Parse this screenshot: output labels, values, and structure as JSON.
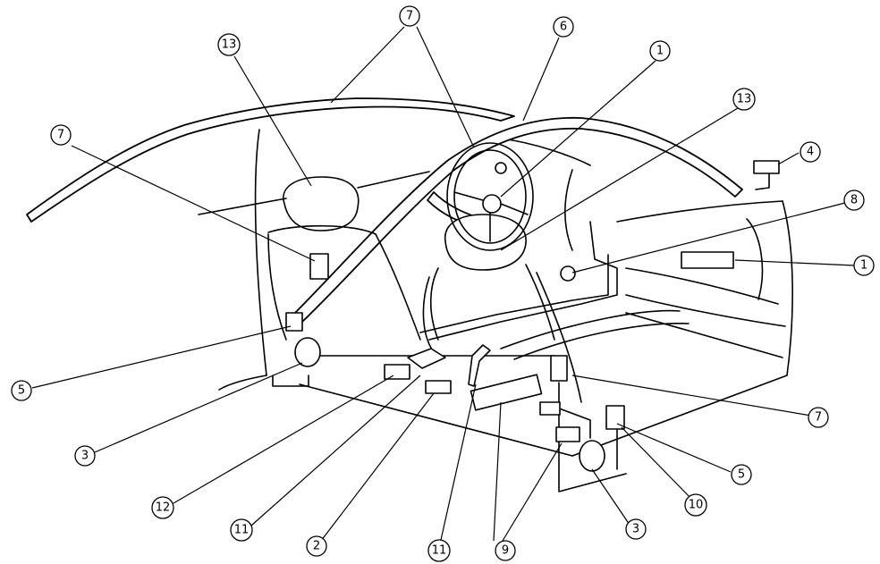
{
  "callouts": [
    {
      "id": "c7-top",
      "label": "7"
    },
    {
      "id": "c6",
      "label": "6"
    },
    {
      "id": "c1-top",
      "label": "1"
    },
    {
      "id": "c13-left",
      "label": "13"
    },
    {
      "id": "c13-right",
      "label": "13"
    },
    {
      "id": "c7-left",
      "label": "7"
    },
    {
      "id": "c4",
      "label": "4"
    },
    {
      "id": "c8",
      "label": "8"
    },
    {
      "id": "c1-right",
      "label": "1"
    },
    {
      "id": "c5-left",
      "label": "5"
    },
    {
      "id": "c3-left",
      "label": "3"
    },
    {
      "id": "c7-right",
      "label": "7"
    },
    {
      "id": "c5-right",
      "label": "5"
    },
    {
      "id": "c12",
      "label": "12"
    },
    {
      "id": "c11-left",
      "label": "11"
    },
    {
      "id": "c2",
      "label": "2"
    },
    {
      "id": "c11-mid",
      "label": "11"
    },
    {
      "id": "c9",
      "label": "9"
    },
    {
      "id": "c3-right",
      "label": "3"
    },
    {
      "id": "c10",
      "label": "10"
    }
  ]
}
